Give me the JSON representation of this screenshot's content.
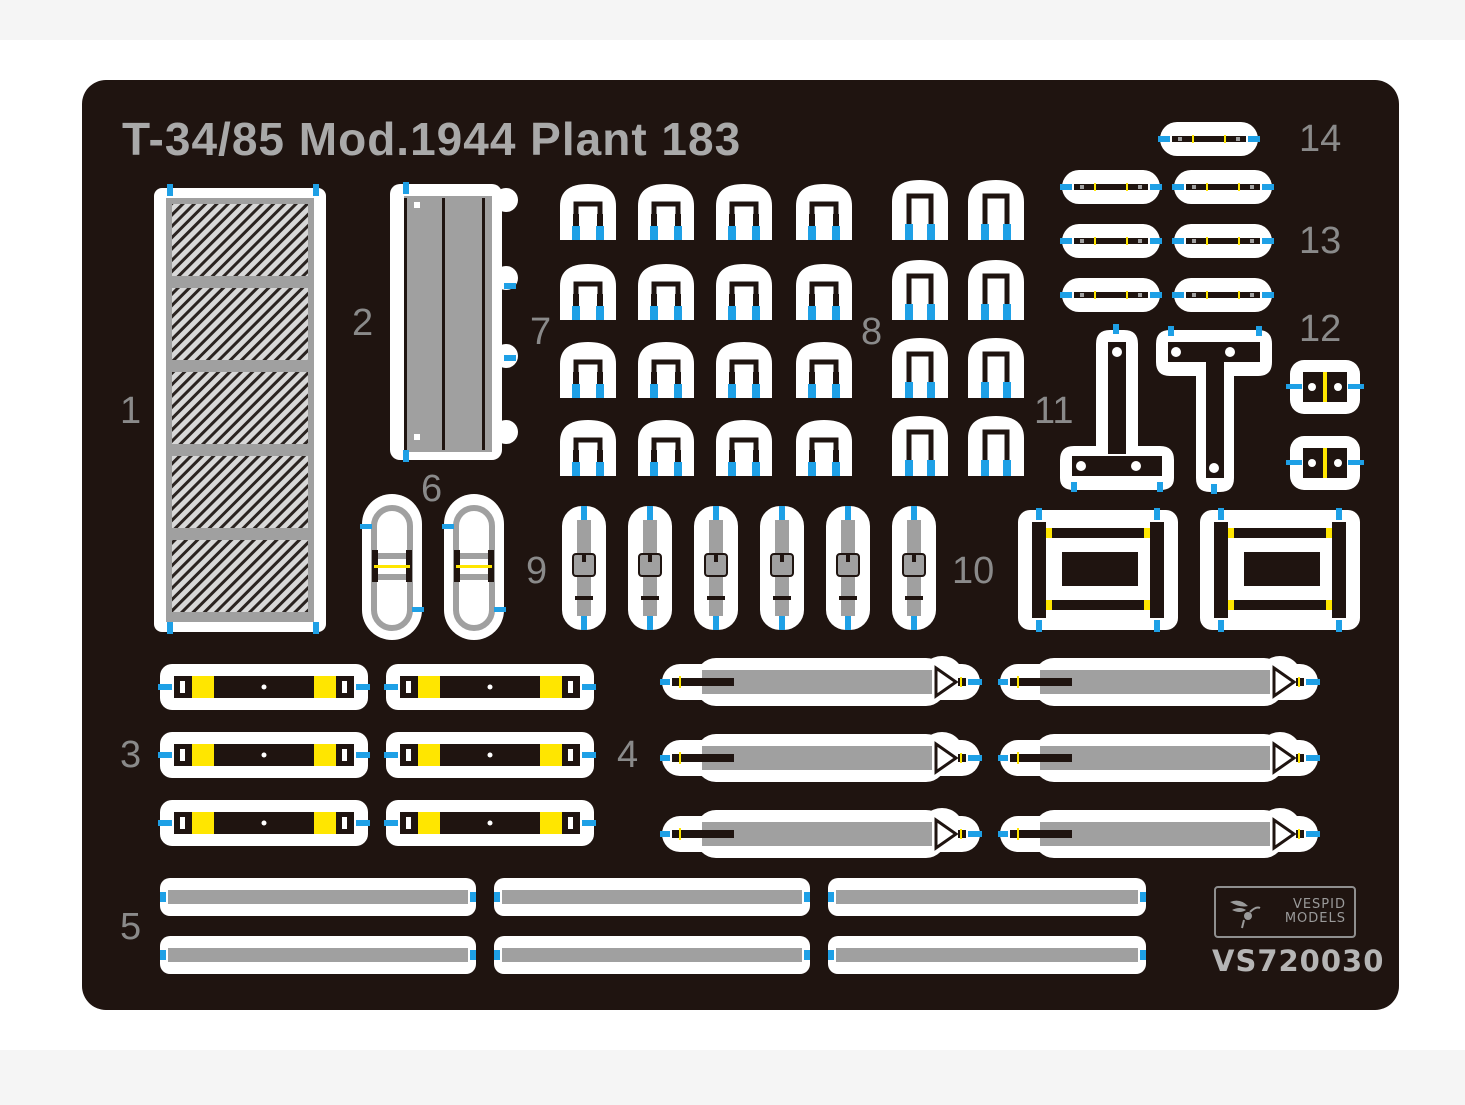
{
  "sheet": {
    "title": "T-34/85 Mod.1944 Plant 183",
    "product_code": "VS720030",
    "brand": {
      "line1": "VESPID",
      "line2": "MODELS"
    },
    "colors": {
      "background": "#1f1410",
      "part_outline": "#ffffff",
      "part_fill": "#a0a0a0",
      "attachment_gate": "#1ea0e6",
      "fold_line": "#ffe600",
      "label_text": "#8a8a8a"
    }
  },
  "part_numbers": [
    {
      "id": "1",
      "label": "1"
    },
    {
      "id": "2",
      "label": "2"
    },
    {
      "id": "3",
      "label": "3"
    },
    {
      "id": "4",
      "label": "4"
    },
    {
      "id": "5",
      "label": "5"
    },
    {
      "id": "6",
      "label": "6"
    },
    {
      "id": "7",
      "label": "7"
    },
    {
      "id": "8",
      "label": "8"
    },
    {
      "id": "9",
      "label": "9"
    },
    {
      "id": "10",
      "label": "10"
    },
    {
      "id": "11",
      "label": "11"
    },
    {
      "id": "12",
      "label": "12"
    },
    {
      "id": "13",
      "label": "13"
    },
    {
      "id": "14",
      "label": "14"
    }
  ],
  "part_counts": {
    "1": 1,
    "2": 1,
    "3": 6,
    "4": 6,
    "5": 6,
    "6": 2,
    "7": 16,
    "8": 8,
    "9": 6,
    "10": 2,
    "11": 2,
    "12": 2,
    "13": 6,
    "14": 1
  }
}
